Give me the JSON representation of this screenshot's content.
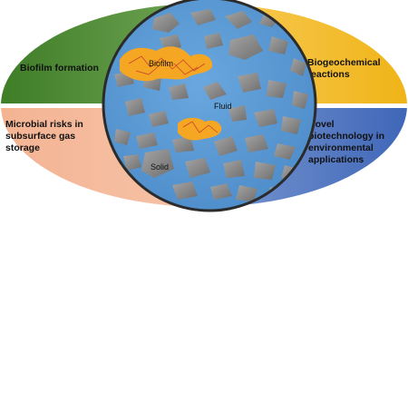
{
  "diagram": {
    "quadrants": {
      "top_left": {
        "lines": [
          "Biofilm formation"
        ],
        "color": "#5a9a3a"
      },
      "top_right": {
        "lines": [
          "Biogeochemical",
          "reactions"
        ],
        "color": "#f2c23a"
      },
      "bottom_left": {
        "lines": [
          "Microbial risks in",
          "subsurface gas",
          "storage"
        ],
        "color": "#f0a882"
      },
      "bottom_right": {
        "lines": [
          "Novel",
          "biotechnology in",
          "environmental",
          "applications"
        ],
        "color": "#5b7fc7"
      }
    },
    "circle": {
      "fluid_color": "#5b9bd5",
      "rock_color": "#8c8c8c",
      "biofilm_color": "#f5a623",
      "border_color": "#2b2b2b",
      "labels": {
        "biofilm": "Biofilm",
        "fluid": "Fluid",
        "solid": "Solid"
      }
    }
  }
}
